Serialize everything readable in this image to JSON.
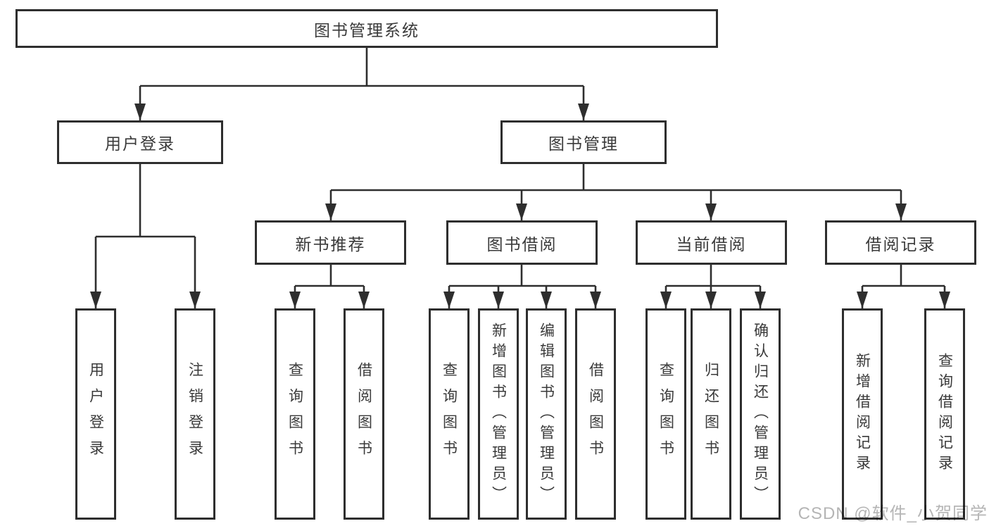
{
  "tree": {
    "root": {
      "label": "图书管理系统",
      "children": [
        {
          "label": "用户登录",
          "children": [
            {
              "label": "用户登录"
            },
            {
              "label": "注销登录"
            }
          ]
        },
        {
          "label": "图书管理",
          "children": [
            {
              "label": "新书推荐",
              "children": [
                {
                  "label": "查询图书"
                },
                {
                  "label": "借阅图书"
                }
              ]
            },
            {
              "label": "图书借阅",
              "children": [
                {
                  "label": "查询图书"
                },
                {
                  "label": "新增图书（管理员）"
                },
                {
                  "label": "编辑图书（管理员）"
                },
                {
                  "label": "借阅图书"
                }
              ]
            },
            {
              "label": "当前借阅",
              "children": [
                {
                  "label": "查询图书"
                },
                {
                  "label": "归还图书"
                },
                {
                  "label": "确认归还（管理员）"
                }
              ]
            },
            {
              "label": "借阅记录",
              "children": [
                {
                  "label": "新增借阅记录"
                },
                {
                  "label": "查询借阅记录"
                }
              ]
            }
          ]
        }
      ]
    }
  },
  "watermark": "CSDN @软件_小贺同学",
  "colors": {
    "line": "#2e2e2e",
    "box_border": "#2e2e2e",
    "text": "#3a3a3a",
    "watermark": "#b5b5b5",
    "background": "#ffffff"
  }
}
